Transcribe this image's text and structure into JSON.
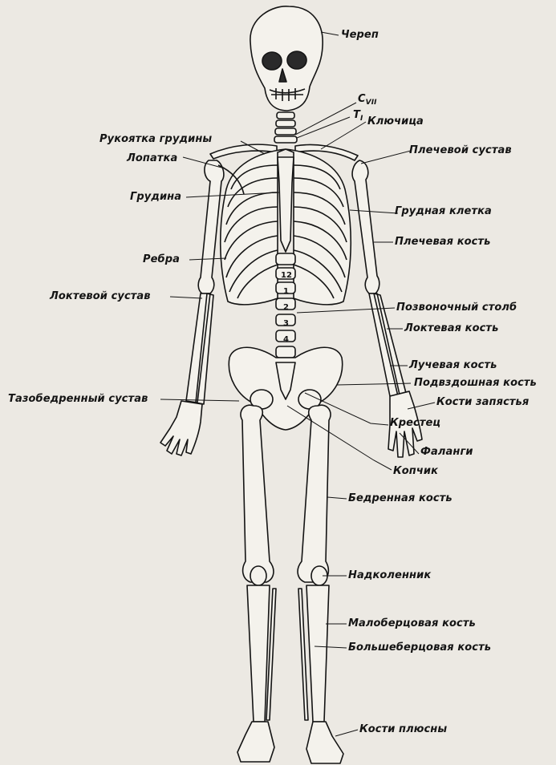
{
  "labels": {
    "skull": "Череп",
    "c_letter": "C",
    "c_sub": "VII",
    "t_letter": "T",
    "t_sub": "I",
    "clavicle": "Ключица",
    "manubrium": "Рукоятка грудины",
    "shoulder_joint": "Плечевой сустав",
    "scapula": "Лопатка",
    "sternum": "Грудина",
    "chest": "Грудная клетка",
    "humerus": "Плечевая кость",
    "ribs": "Ребра",
    "elbow": "Локтевой сустав",
    "spine": "Позвоночный столб",
    "ulna": "Локтевая кость",
    "radius": "Лучевая кость",
    "ilium": "Подвздошная кость",
    "hip": "Тазобедренный сустав",
    "carpals": "Кости запястья",
    "sacrum": "Крестец",
    "phalanges": "Фаланги",
    "coccyx": "Копчик",
    "femur": "Бедренная кость",
    "patella": "Надколенник",
    "fibula": "Малоберцовая кость",
    "tibia": "Большеберцовая кость",
    "metatarsals": "Кости плюсны"
  },
  "vertebra_numbers": [
    "12",
    "1",
    "2",
    "3",
    "4"
  ],
  "colors": {
    "ink": "#141414",
    "paper": "#ece9e3",
    "bone": "#f4f2ec"
  }
}
